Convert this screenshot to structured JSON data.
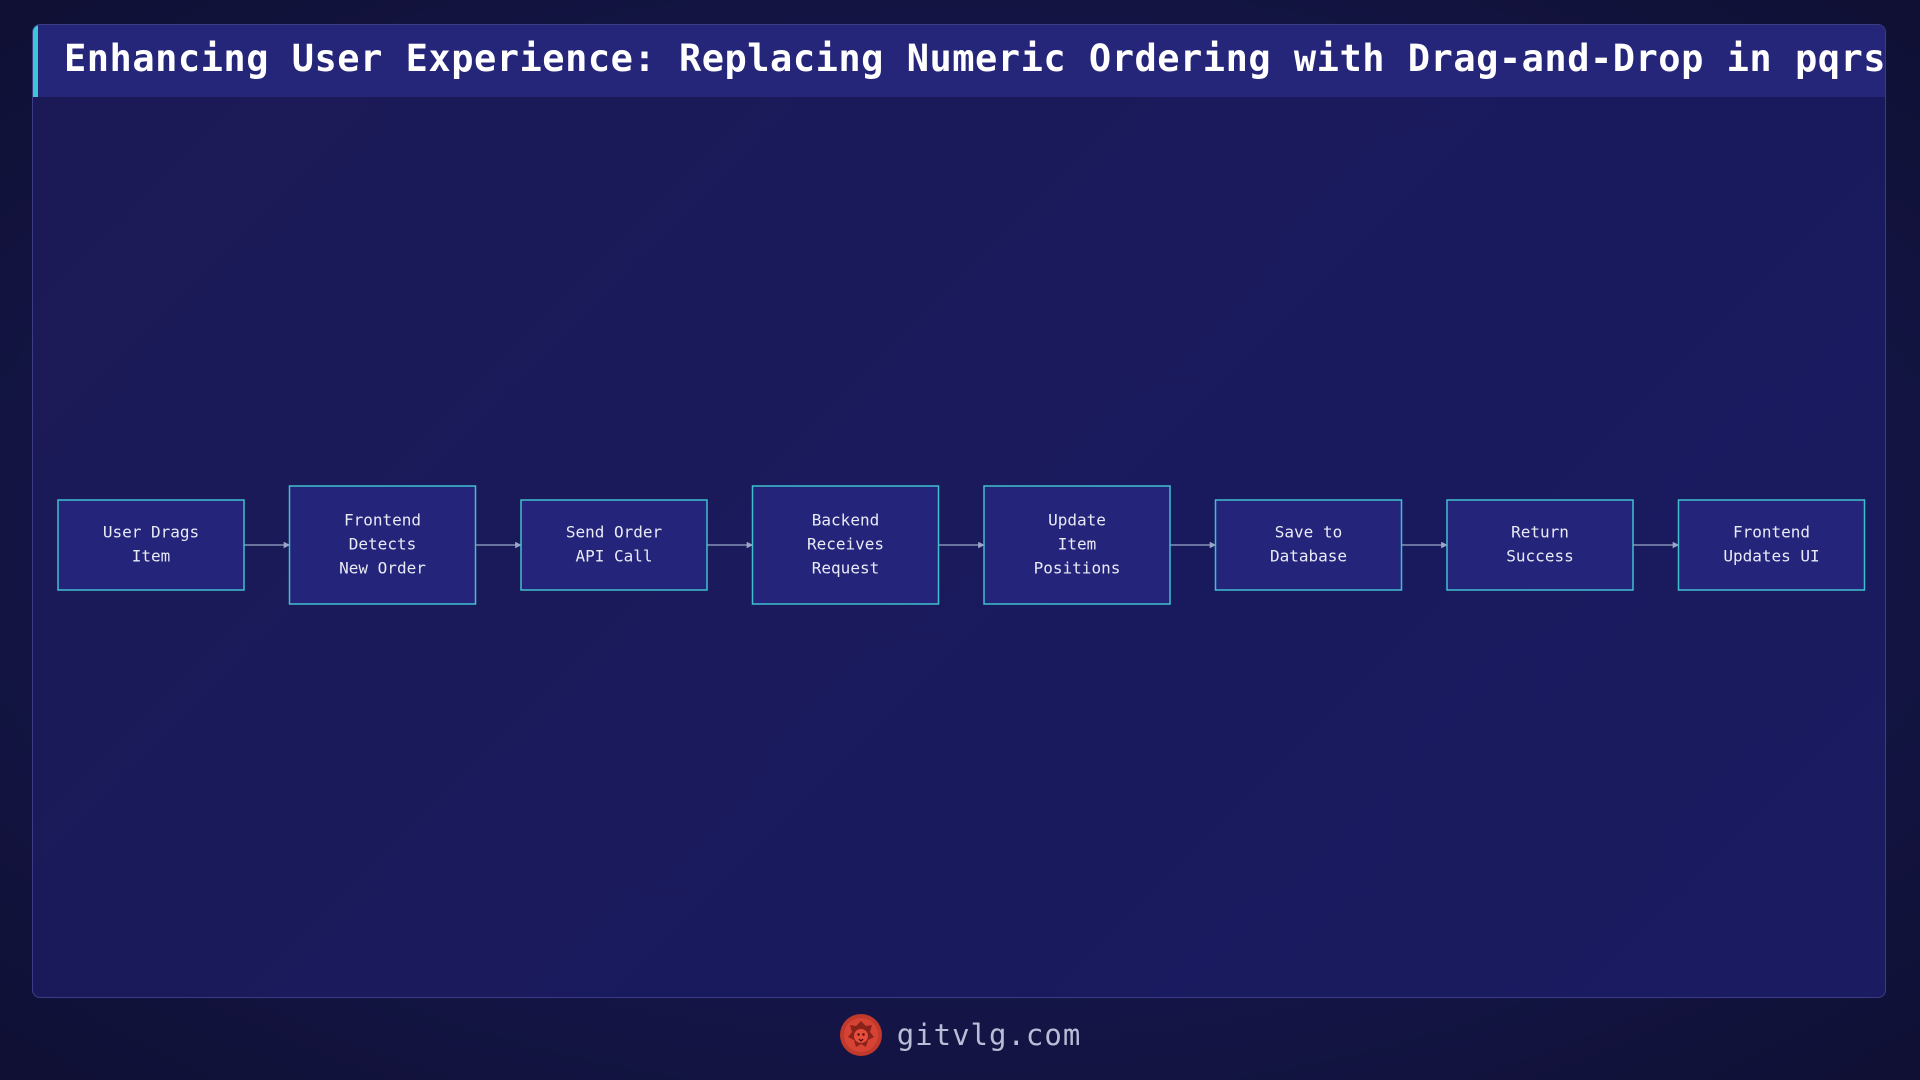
{
  "title": "Enhancing User Experience: Replacing Numeric Ordering with Drag-and-Drop in pqrs",
  "colors": {
    "background": "#121338",
    "panel": "#1a1a5c",
    "title_bar": "#25257a",
    "accent": "#3ec6d4",
    "node_fill": "#24247a",
    "node_stroke": "#40c0cf",
    "edge": "#9aa6c8",
    "logo": "#c0392b"
  },
  "flow": {
    "direction": "left-to-right",
    "nodes": [
      {
        "id": "n1",
        "lines": [
          "User Drags",
          "Item"
        ]
      },
      {
        "id": "n2",
        "lines": [
          "Frontend",
          "Detects",
          "New Order"
        ]
      },
      {
        "id": "n3",
        "lines": [
          "Send Order",
          "API Call"
        ]
      },
      {
        "id": "n4",
        "lines": [
          "Backend",
          "Receives",
          "Request"
        ]
      },
      {
        "id": "n5",
        "lines": [
          "Update",
          "Item",
          "Positions"
        ]
      },
      {
        "id": "n6",
        "lines": [
          "Save to",
          "Database"
        ]
      },
      {
        "id": "n7",
        "lines": [
          "Return",
          "Success"
        ]
      },
      {
        "id": "n8",
        "lines": [
          "Frontend",
          "Updates UI"
        ]
      }
    ],
    "edges": [
      [
        "n1",
        "n2"
      ],
      [
        "n2",
        "n3"
      ],
      [
        "n3",
        "n4"
      ],
      [
        "n4",
        "n5"
      ],
      [
        "n5",
        "n6"
      ],
      [
        "n6",
        "n7"
      ],
      [
        "n7",
        "n8"
      ]
    ]
  },
  "footer": {
    "logo_icon": "lion-head-icon",
    "site": "gitvlg.com"
  }
}
